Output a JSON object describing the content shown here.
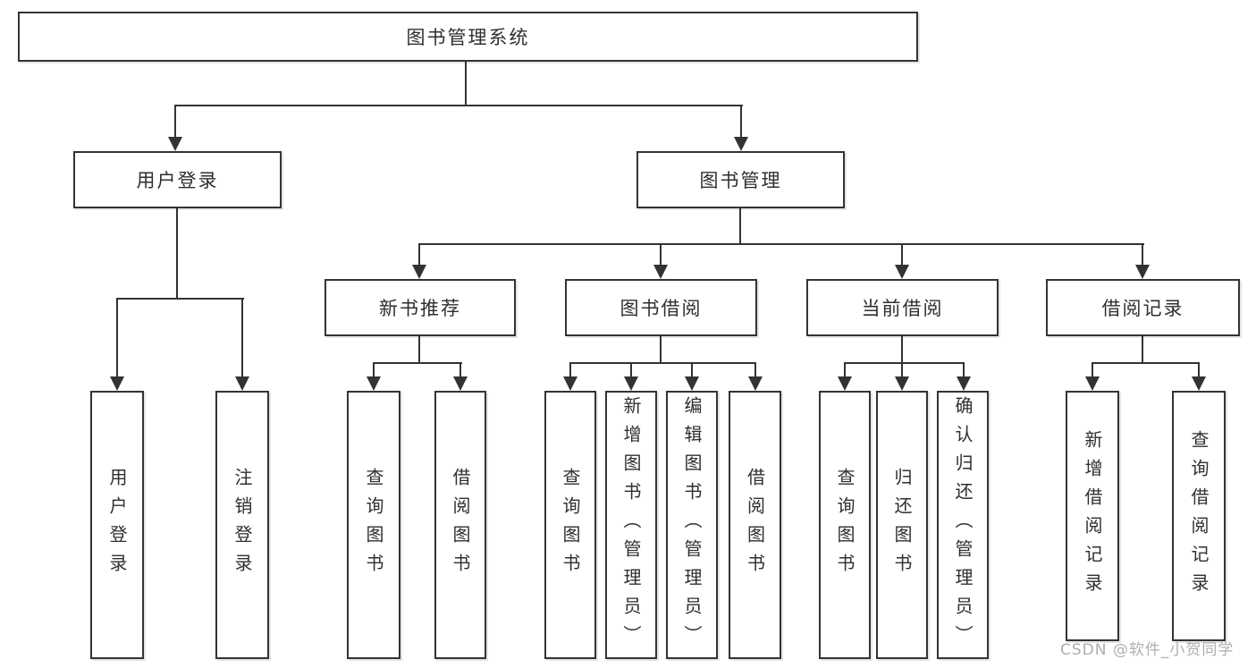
{
  "colors": {
    "line": "#333333",
    "text": "#2f2f2f",
    "background": "#ffffff",
    "watermark": "#a5a5a5"
  },
  "tree": {
    "root": {
      "label": "图书管理系统"
    },
    "branches": [
      {
        "label": "用户登录",
        "leaves": [
          "用户登录",
          "注销登录"
        ]
      },
      {
        "label": "图书管理",
        "children": [
          {
            "label": "新书推荐",
            "leaves": [
              "查询图书",
              "借阅图书"
            ]
          },
          {
            "label": "图书借阅",
            "leaves": [
              "查询图书",
              "新增图书（管理员）",
              "编辑图书（管理员）",
              "借阅图书"
            ]
          },
          {
            "label": "当前借阅",
            "leaves": [
              "查询图书",
              "归还图书",
              "确认归还（管理员）"
            ]
          },
          {
            "label": "借阅记录",
            "leaves": [
              "新增借阅记录",
              "查询借阅记录"
            ]
          }
        ]
      }
    ]
  },
  "watermark": {
    "text": "CSDN @软件_小贺同学"
  }
}
